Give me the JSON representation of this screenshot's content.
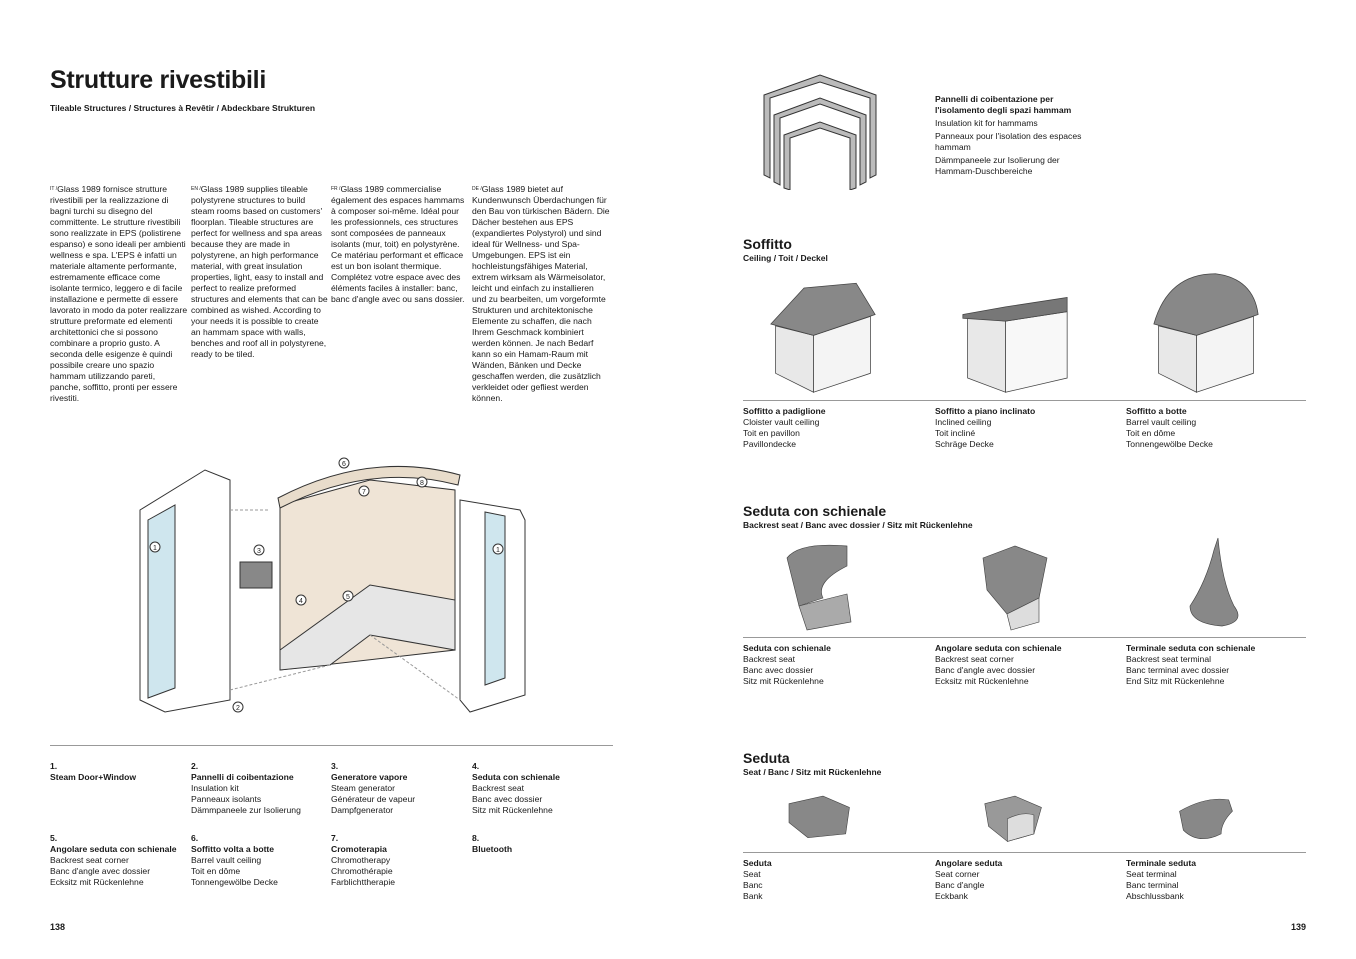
{
  "left": {
    "title": "Strutture rivestibili",
    "subtitle": "Tileable Structures / Structures à Revêtir / Abdeckbare Strukturen",
    "columns": [
      {
        "lang": "IT /",
        "text": "Glass 1989 fornisce strutture rivestibili per la realizzazione di bagni turchi su disegno del committente. Le strutture rivestibili sono realizzate in EPS (polistirene espanso) e sono ideali per ambienti wellness e spa. L'EPS è infatti un materiale altamente performante, estremamente efficace come isolante termico, leggero e di facile installazione e permette di essere lavorato in modo da poter realizzare strutture preformate ed elementi architettonici che si possono combinare a proprio gusto. A seconda delle esigenze è quindi possibile creare uno spazio hammam utilizzando pareti, panche, soffitto, pronti per essere rivestiti."
      },
      {
        "lang": "EN /",
        "text": "Glass 1989 supplies tileable polystyrene structures to build steam rooms based on customers' floorplan. Tileable structures are perfect for wellness and spa areas because they are made in polystyrene, an high performance material, with great insulation properties, light, easy to install and perfect to realize preformed structures and elements that can be combined as wished. According to your needs it is possible to create an hammam space with walls, benches and roof all in polystyrene, ready to be tiled."
      },
      {
        "lang": "FR /",
        "text": "Glass 1989 commercialise également des espaces hammams à composer soi-même. Idéal pour les professionnels, ces structures sont composées de panneaux isolants (mur, toit) en polystyrène. Ce matériau performant et efficace est un bon isolant thermique. Complétez votre espace avec des éléments faciles à installer: banc, banc d'angle avec ou sans dossier."
      },
      {
        "lang": "DE /",
        "text": "Glass 1989 bietet auf Kundenwunsch Überdachungen für den Bau von türkischen Bädern. Die Dächer bestehen aus EPS (expandiertes Polystyrol) und sind ideal für Wellness- und Spa-Umgebungen. EPS ist ein hochleistungsfähiges Material, extrem wirksam als Wärmeisolator, leicht und einfach zu installieren und zu bearbeiten, um vorgeformte Strukturen und architektonische Elemente zu schaffen, die nach Ihrem Geschmack kombiniert werden können. Je nach Bedarf kann so ein Hamam-Raum mit Wänden, Bänken und Decke geschaffen werden, die zusätzlich verkleidet oder gefliest werden können."
      }
    ],
    "callouts": [
      "1",
      "2",
      "3",
      "4",
      "5",
      "6",
      "7",
      "8"
    ],
    "legend": [
      {
        "num": "1.",
        "title": "Steam Door+Window",
        "lines": []
      },
      {
        "num": "2.",
        "title": "Pannelli di coibentazione",
        "lines": [
          "Insulation kit",
          "Panneaux isolants",
          "Dämmpaneele zur Isolierung"
        ]
      },
      {
        "num": "3.",
        "title": "Generatore vapore",
        "lines": [
          "Steam generator",
          "Générateur de vapeur",
          "Dampfgenerator"
        ]
      },
      {
        "num": "4.",
        "title": "Seduta con schienale",
        "lines": [
          "Backrest seat",
          "Banc avec dossier",
          "Sitz mit Rückenlehne"
        ]
      },
      {
        "num": "5.",
        "title": "Angolare seduta con schienale",
        "lines": [
          "Backrest seat corner",
          "Banc d'angle avec dossier",
          "Ecksitz mit Rückenlehne"
        ]
      },
      {
        "num": "6.",
        "title": "Soffitto volta a botte",
        "lines": [
          "Barrel vault ceiling",
          "Toit en dôme",
          "Tonnengewölbe Decke"
        ]
      },
      {
        "num": "7.",
        "title": "Cromoterapia",
        "lines": [
          "Chromotherapy",
          "Chromothérapie",
          "Farblichttherapie"
        ]
      },
      {
        "num": "8.",
        "title": "Bluetooth",
        "lines": []
      }
    ],
    "page_number": "138"
  },
  "right": {
    "insulation": {
      "title": "Pannelli di coibentazione per l'isolamento degli spazi hammam",
      "lines": [
        "Insulation kit for hammams",
        "Panneaux pour l'isolation des espaces hammam",
        "Dämmpaneele zur Isolierung der Hammam-Duschbereiche"
      ]
    },
    "sections": [
      {
        "title": "Soffitto",
        "subtitle": "Ceiling / Toit / Deckel",
        "items": [
          {
            "title": "Soffitto a padiglione",
            "lines": [
              "Cloister vault ceiling",
              "Toit en pavillon",
              "Pavillondecke"
            ]
          },
          {
            "title": "Soffitto a piano inclinato",
            "lines": [
              "Inclined ceiling",
              "Toit incliné",
              "Schräge Decke"
            ]
          },
          {
            "title": "Soffitto a botte",
            "lines": [
              "Barrel vault ceiling",
              "Toit en dôme",
              "Tonnengewölbe Decke"
            ]
          }
        ]
      },
      {
        "title": "Seduta con schienale",
        "subtitle": "Backrest seat / Banc avec dossier / Sitz mit Rückenlehne",
        "items": [
          {
            "title": "Seduta con schienale",
            "lines": [
              "Backrest seat",
              "Banc avec dossier",
              "Sitz mit Rückenlehne"
            ]
          },
          {
            "title": "Angolare seduta con schienale",
            "lines": [
              "Backrest seat corner",
              "Banc d'angle avec dossier",
              "Ecksitz mit Rückenlehne"
            ]
          },
          {
            "title": "Terminale seduta con schienale",
            "lines": [
              "Backrest seat terminal",
              "Banc terminal avec dossier",
              "End Sitz mit Rückenlehne"
            ]
          }
        ]
      },
      {
        "title": "Seduta",
        "subtitle": "Seat / Banc / Sitz mit Rückenlehne",
        "items": [
          {
            "title": "Seduta",
            "lines": [
              "Seat",
              "Banc",
              "Bank"
            ]
          },
          {
            "title": "Angolare seduta",
            "lines": [
              "Seat corner",
              "Banc d'angle",
              "Eckbank"
            ]
          },
          {
            "title": "Terminale seduta",
            "lines": [
              "Seat terminal",
              "Banc terminal",
              "Abschlussbank"
            ]
          }
        ]
      }
    ],
    "page_number": "139"
  }
}
